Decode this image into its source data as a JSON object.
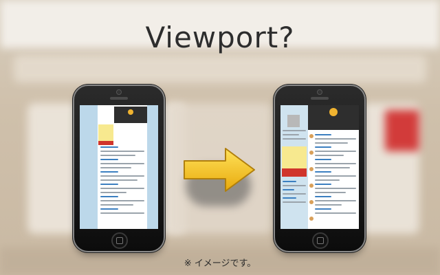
{
  "slide": {
    "title": "Viewport?",
    "note": "※ イメージです。"
  },
  "phones": [
    {
      "name": "before",
      "screen_mode": "desktop-scaled"
    },
    {
      "name": "after",
      "screen_mode": "viewport-fit"
    }
  ],
  "colors": {
    "arrow": "#f2c21a",
    "arrow_outline": "#b07f0d",
    "phone_body": "#111111",
    "accent_red": "#d0352c",
    "accent_yellow": "#f7e98f"
  },
  "icons": {
    "arrow": "right-arrow-icon",
    "home": "home-button-icon"
  }
}
